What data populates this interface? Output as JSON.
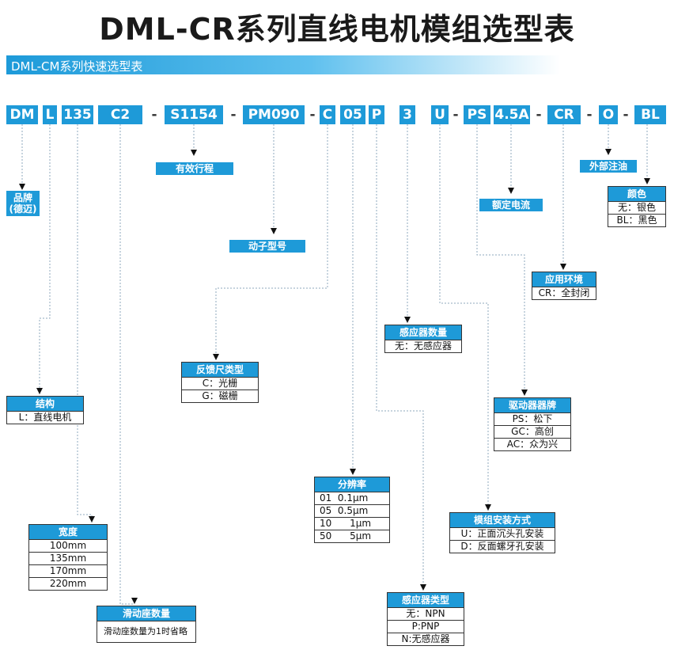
{
  "title": "DML-CR系列直线电机模组选型表",
  "section_label": "DML-CM系列快速选型表",
  "codes": [
    "DM",
    "L",
    "135",
    "C2",
    "S1154",
    "PM090",
    "C",
    "05",
    "P",
    "3",
    "U",
    "PS",
    "4.5A",
    "CR",
    "O",
    "BL"
  ],
  "dash": "-",
  "labels": {
    "brand": [
      "品牌",
      "(德迈)"
    ],
    "stroke": "有效行程",
    "mover_model": "动子型号",
    "rated_current": "额定电流",
    "external_oil": "外部注油"
  },
  "boxes": {
    "color": {
      "title": "颜色",
      "rows": [
        "无：银色",
        "BL：黑色"
      ]
    },
    "environment": {
      "title": "应用环境",
      "rows": [
        "CR：全封闭"
      ]
    },
    "sensor_count": {
      "title": "感应器数量",
      "rows": [
        "无：无感应器"
      ]
    },
    "feedback": {
      "title": "反馈尺类型",
      "rows": [
        "C：光栅",
        "G：磁栅"
      ]
    },
    "structure": {
      "title": "结构",
      "rows": [
        "L：直线电机"
      ]
    },
    "driver_brand": {
      "title": "驱动器器牌",
      "rows": [
        "PS：松下",
        "GC：高创",
        "AC：众为兴"
      ]
    },
    "resolution": {
      "title": "分辨率",
      "rows": [
        "01  0.1μm",
        "05  0.5μm",
        "10      1μm",
        "50      5μm"
      ]
    },
    "mount": {
      "title": "模组安装方式",
      "rows": [
        "U：正面沉头孔安装",
        "D：反面螺牙孔安装"
      ]
    },
    "width": {
      "title": "宽度",
      "rows": [
        "100mm",
        "135mm",
        "170mm",
        "220mm"
      ]
    },
    "slider_count": {
      "title": "滑动座数量",
      "note": "滑动座数量为1时省略"
    },
    "sensor_type": {
      "title": "感应器类型",
      "rows": [
        "无：NPN",
        "P:PNP",
        "N:无感应器"
      ]
    }
  },
  "colors": {
    "accent": "#1e9ad8",
    "line": "#8fa9bd"
  }
}
